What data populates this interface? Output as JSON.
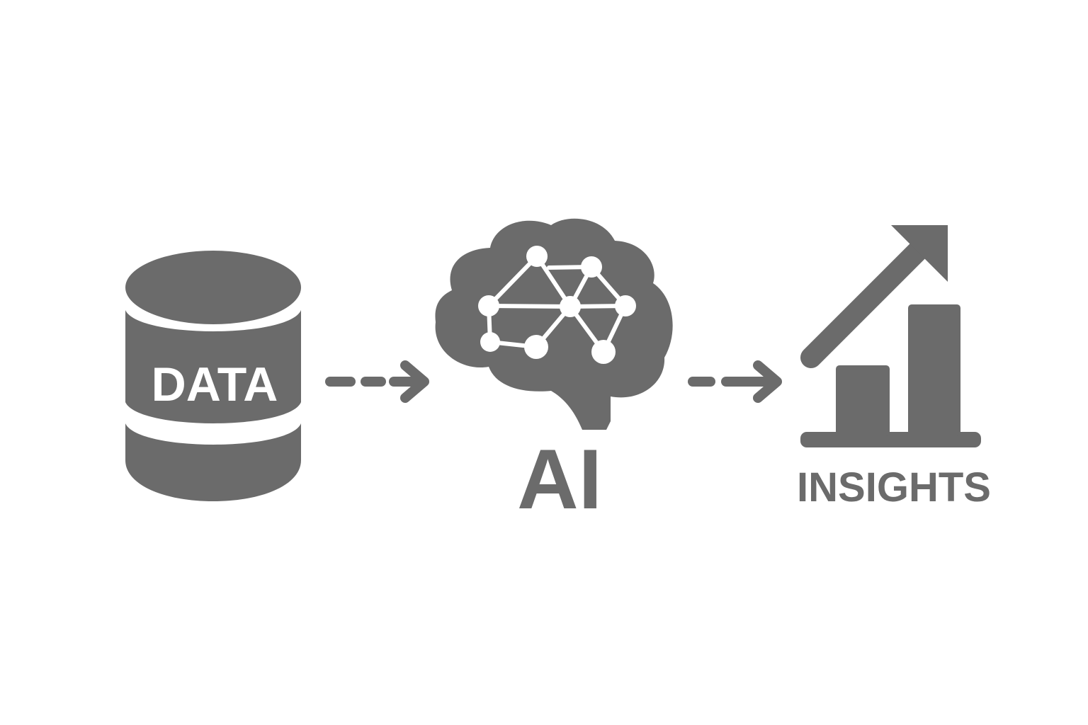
{
  "colors": {
    "icon": "#6b6b6b",
    "background": "#ffffff",
    "inner": "#ffffff"
  },
  "nodes": [
    {
      "id": "data",
      "icon": "database-icon",
      "label": "DATA"
    },
    {
      "id": "ai",
      "icon": "brain-network-icon",
      "label": "AI"
    },
    {
      "id": "insights",
      "icon": "growth-chart-icon",
      "label": "INSIGHTS"
    }
  ],
  "connectors": [
    {
      "from": "data",
      "to": "ai",
      "style": "dashed-arrow"
    },
    {
      "from": "ai",
      "to": "insights",
      "style": "dashed-arrow"
    }
  ]
}
